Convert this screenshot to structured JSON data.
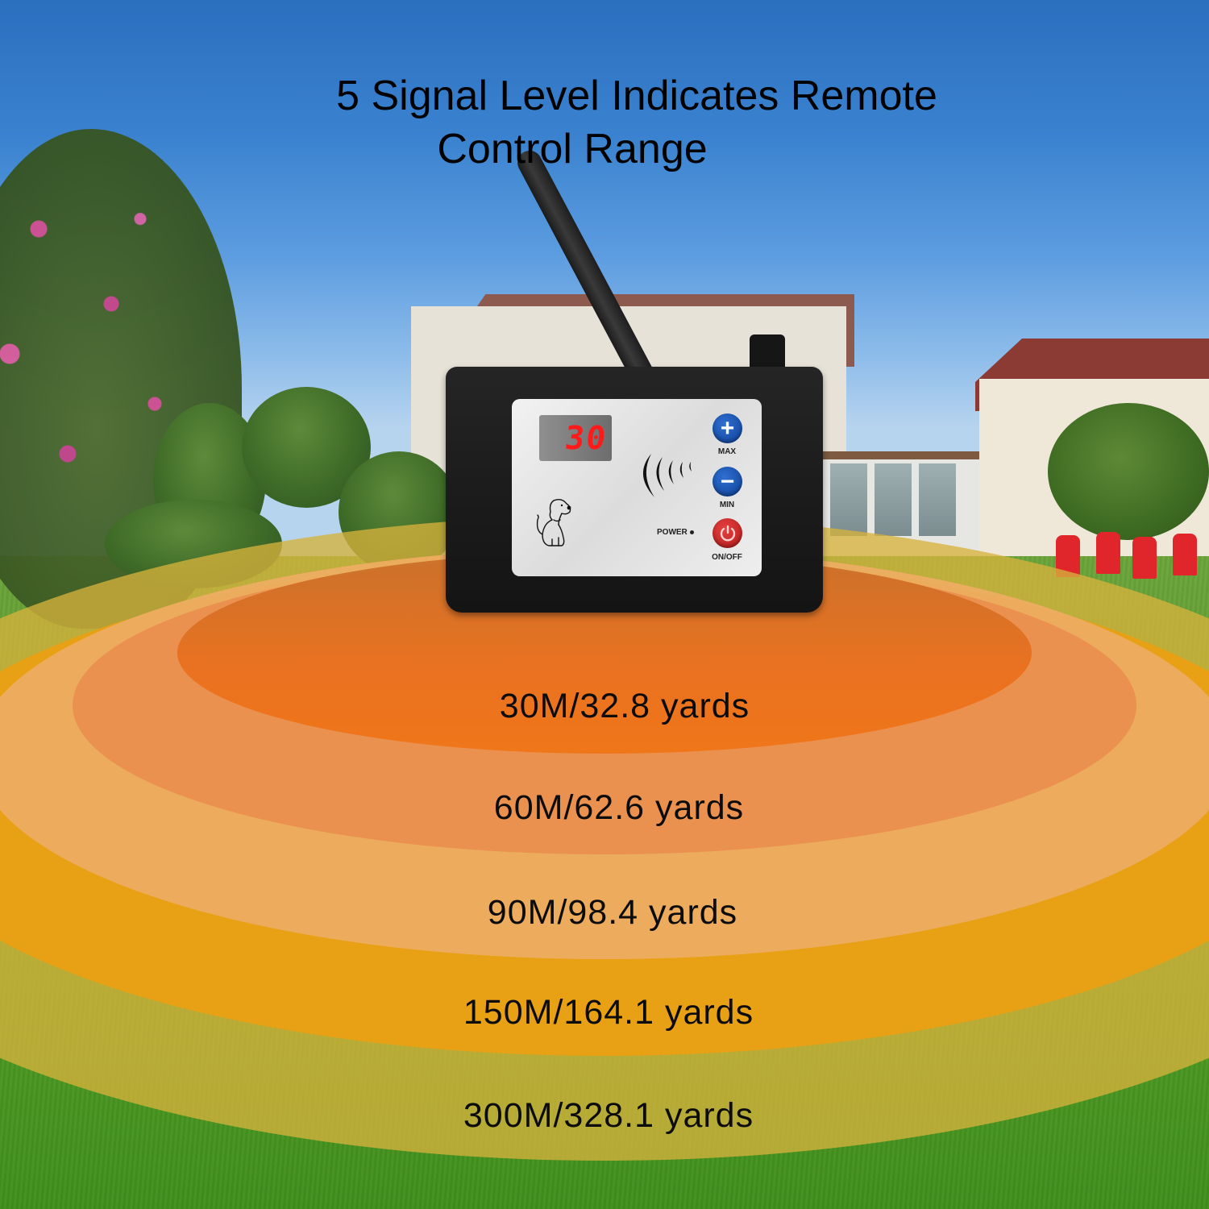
{
  "title": {
    "line1": "5 Signal Level Indicates Remote",
    "line2": "Control Range"
  },
  "device": {
    "display_value": "30",
    "buttons": {
      "max_label": "MAX",
      "min_label": "MIN",
      "power_label": "POWER",
      "onoff_label": "ON/OFF",
      "max_symbol": "+",
      "min_symbol": "−"
    },
    "icons": [
      "antenna",
      "signal-waves-icon",
      "dog-icon",
      "plus-icon",
      "minus-icon",
      "power-icon"
    ]
  },
  "ranges": [
    {
      "level": 1,
      "label": "30M/32.8 yards",
      "meters": 30,
      "yards": 32.8,
      "color": "#f0761a"
    },
    {
      "level": 2,
      "label": "60M/62.6 yards",
      "meters": 60,
      "yards": 62.6,
      "color": "#ea9050"
    },
    {
      "level": 3,
      "label": "90M/98.4 yards",
      "meters": 90,
      "yards": 98.4,
      "color": "#ecac60"
    },
    {
      "level": 4,
      "label": "150M/164.1 yards",
      "meters": 150,
      "yards": 164.1,
      "color": "#eca012"
    },
    {
      "level": 5,
      "label": "300M/328.1 yards",
      "meters": 300,
      "yards": 328.1,
      "color": "#d6b23c"
    }
  ],
  "colors": {
    "sky": "#3a82cf",
    "grass": "#5c9e2c",
    "device_body": "#1a1a1a",
    "lcd_digits": "#ff1a1a",
    "button_blue": "#0e3f96",
    "button_red": "#b41a1a"
  }
}
